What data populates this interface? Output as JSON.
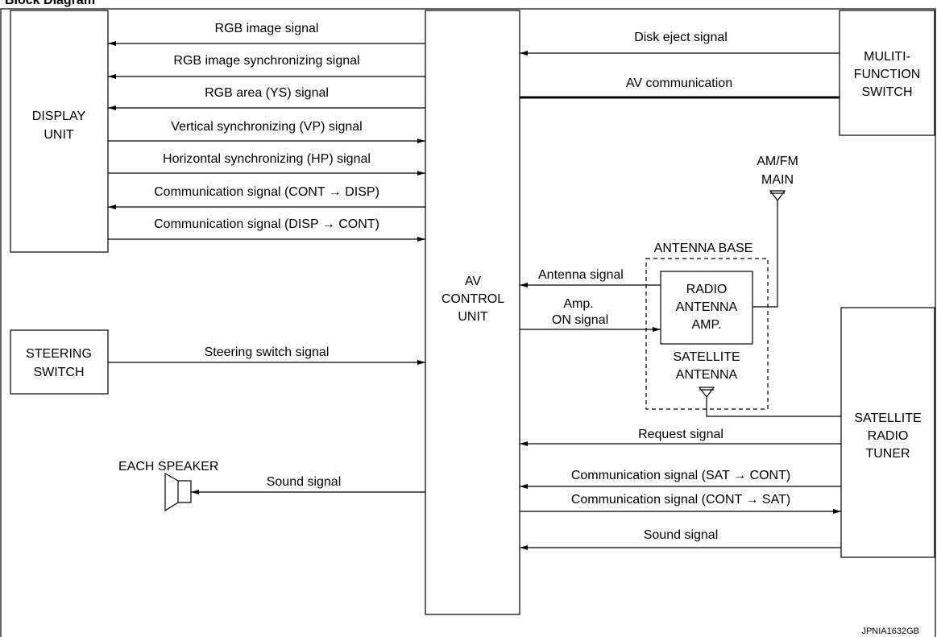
{
  "header": {
    "title": "Block Diagram"
  },
  "blocks": {
    "display_unit": [
      "DISPLAY",
      "UNIT"
    ],
    "av_control_unit": [
      "AV",
      "CONTROL",
      "UNIT"
    ],
    "multifunction_switch": [
      "MULITI-",
      "FUNCTION",
      "SWITCH"
    ],
    "steering_switch": [
      "STEERING",
      "SWITCH"
    ],
    "satellite_radio_tuner": [
      "SATELLITE",
      "RADIO",
      "TUNER"
    ],
    "radio_antenna_amp": [
      "RADIO",
      "ANTENNA",
      "AMP."
    ],
    "antenna_base": "ANTENNA BASE",
    "satellite_antenna": [
      "SATELLITE",
      "ANTENNA"
    ],
    "am_fm_main": [
      "AM/FM",
      "MAIN"
    ],
    "each_speaker": "EACH SPEAKER"
  },
  "signals": {
    "rgb_image": "RGB image signal",
    "rgb_sync": "RGB image synchronizing signal",
    "rgb_area": "RGB area (YS) signal",
    "vp": "Vertical synchronizing (VP) signal",
    "hp": "Horizontal synchronizing (HP) signal",
    "comm_cont_disp": "Communication signal (CONT → DISP)",
    "comm_disp_cont": "Communication signal (DISP → CONT)",
    "steering": "Steering switch signal",
    "sound_left": "Sound signal",
    "disk_eject": "Disk eject signal",
    "av_comm": "AV communication",
    "antenna_signal": "Antenna signal",
    "amp_on": [
      "Amp.",
      "ON signal"
    ],
    "request": "Request signal",
    "comm_sat_cont": "Communication signal (SAT → CONT)",
    "comm_cont_sat": "Communication signal (CONT → SAT)",
    "sound_right": "Sound signal"
  },
  "footer": {
    "ref_code": "JPNIA1632GB"
  }
}
